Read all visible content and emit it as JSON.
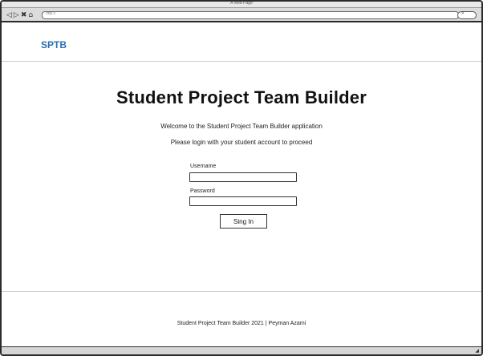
{
  "browser": {
    "window_title": "A Web Page",
    "url": "http://",
    "nav": {
      "back": "◁",
      "forward": "▷",
      "stop": "✖",
      "home": "⌂"
    },
    "search_glyph": "⌕"
  },
  "header": {
    "brand": "SPTB"
  },
  "main": {
    "title": "Student Project Team Builder",
    "welcome": "Welcome to the Student Project Team Builder application",
    "prompt": "Please login with your student account to proceed",
    "username_label": "Username",
    "username_value": "",
    "password_label": "Password",
    "password_value": "",
    "signin_label": "Sing In"
  },
  "footer": {
    "text": "Student Project Team Builder 2021 | Peyman Azami"
  }
}
